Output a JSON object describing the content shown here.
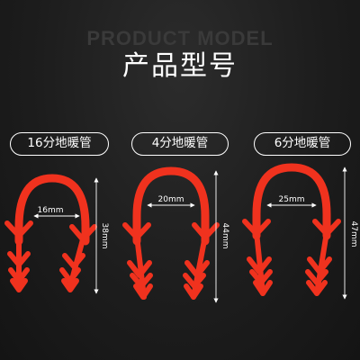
{
  "header": {
    "english_title": "PRODUCT MODEL",
    "chinese_title": "产品型号"
  },
  "models": [
    {
      "label": "16分地暖管",
      "width": "16mm",
      "height": "38mm"
    },
    {
      "label": "4分地暖管",
      "width": "20mm",
      "height": "44mm"
    },
    {
      "label": "6分地暖管",
      "width": "25mm",
      "height": "47mm"
    }
  ],
  "colors": {
    "background": "#1d1d1d",
    "clip": "#f0321e",
    "text": "#ffffff"
  }
}
